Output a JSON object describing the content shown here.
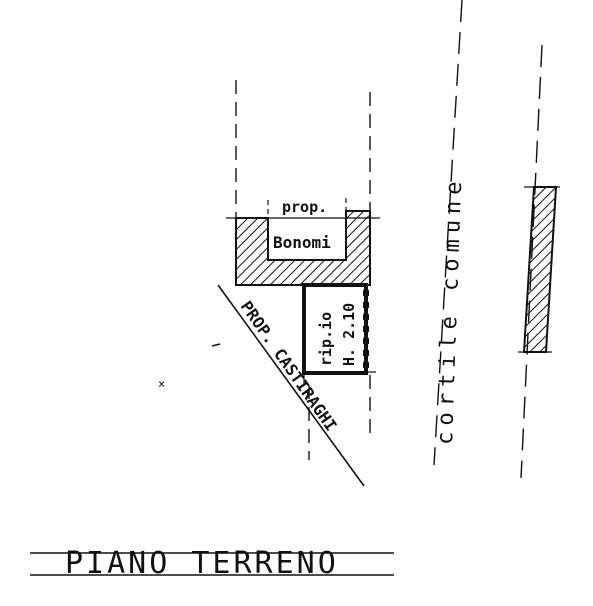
{
  "title": "PIANO TERRENO",
  "labels": {
    "prop_bonomi_top": "prop.",
    "prop_bonomi_name": "Bonomi",
    "prop_castiraghi": "PROP. CASTIRAGHI",
    "ripostiglio_line1": "rip.io",
    "ripostiglio_line2": "H. 2.10",
    "cortile": "cortile comune"
  }
}
